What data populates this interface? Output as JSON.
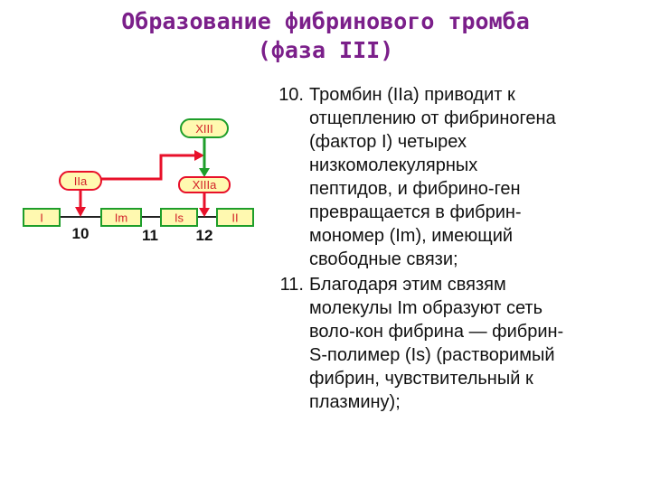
{
  "title": {
    "line1": "Образование фибринового тромба",
    "line2": "(фаза III)"
  },
  "diagram": {
    "factors": {
      "i": "I",
      "im": "Im",
      "is": "Is",
      "ii": "II",
      "iia": "IIa",
      "xiii": "XIII",
      "xiiia": "XIIIa"
    },
    "step_numbers": {
      "s10": "10",
      "s11": "11",
      "s12": "12"
    },
    "colors": {
      "box_fill": "#fff9b0",
      "green": "#1e9e2a",
      "red": "#e8102a",
      "text_red": "#d2232a",
      "line_dark": "#222222",
      "number_dark": "#111111"
    }
  },
  "steps": [
    {
      "number": "10.",
      "lines": [
        "Тромбин (IIa) приводит к",
        "отщеплению от фибриногена",
        "(фактор I) четырех",
        "низкомолекулярных",
        "пептидов, и фибрино-ген",
        "превращается в фибрин-",
        "мономер (Im), имеющий",
        "свободные связи;"
      ]
    },
    {
      "number": "11.",
      "lines": [
        "Благодаря этим связям",
        "молекулы Im образуют сеть",
        "воло-кон фибрина — фибрин-",
        "S-полимер (Is) (растворимый",
        "фибрин, чувствительный к",
        "плазмину);"
      ]
    }
  ]
}
